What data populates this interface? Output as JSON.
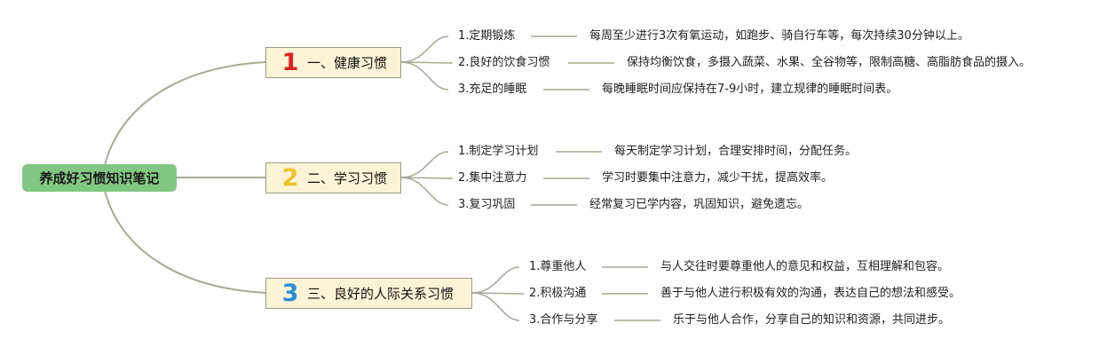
{
  "root": {
    "label": "养成好习惯知识笔记"
  },
  "branches": [
    {
      "number": "1",
      "label": "一、健康习惯",
      "color": "#e02020",
      "items": [
        {
          "label": "1.定期锻炼",
          "desc": "每周至少进行3次有氧运动，如跑步、骑自行车等，每次持续30分钟以上。"
        },
        {
          "label": "2.良好的饮食习惯",
          "desc": "保持均衡饮食，多摄入蔬菜、水果、全谷物等，限制高糖、高脂肪食品的摄入。"
        },
        {
          "label": "3.充足的睡眠",
          "desc": "每晚睡眠时间应保持在7-9小时，建立规律的睡眠时间表。"
        }
      ]
    },
    {
      "number": "2",
      "label": "二、学习习惯",
      "color": "#f2c12e",
      "items": [
        {
          "label": "1.制定学习计划",
          "desc": "每天制定学习计划，合理安排时间，分配任务。"
        },
        {
          "label": "2.集中注意力",
          "desc": "学习时要集中注意力，减少干扰，提高效率。"
        },
        {
          "label": "3.复习巩固",
          "desc": "经常复习已学内容，巩固知识，避免遗忘。"
        }
      ]
    },
    {
      "number": "3",
      "label": "三、良好的人际关系习惯",
      "color": "#2c8fd6",
      "items": [
        {
          "label": "1.尊重他人",
          "desc": "与人交往时要尊重他人的意见和权益，互相理解和包容。"
        },
        {
          "label": "2.积极沟通",
          "desc": "善于与他人进行积极有效的沟通，表达自己的想法和感受。"
        },
        {
          "label": "3.合作与分享",
          "desc": "乐于与他人合作，分享自己的知识和资源，共同进步。"
        }
      ]
    }
  ],
  "colors": {
    "line": "#a9a992",
    "root_bg": "#82c882",
    "branch_bg": "#fdf3d6"
  }
}
